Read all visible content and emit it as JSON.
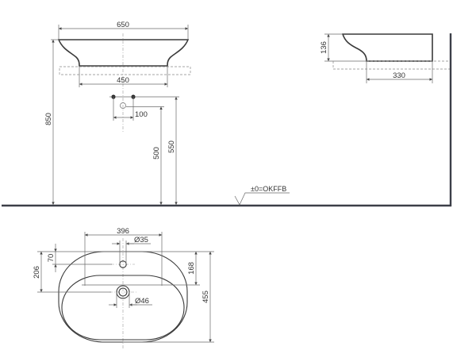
{
  "front_view": {
    "width_top_label": "650",
    "width_bottom_label": "450",
    "total_height_label": "850",
    "tap_spacing_label": "100",
    "waste_height_label": "500",
    "supply_height_label": "550"
  },
  "side_view": {
    "bowl_height_label": "136",
    "depth_label": "330"
  },
  "floor": {
    "level_label": "±0=OKFFB"
  },
  "top_view": {
    "tap_offset_label": "396",
    "tap_hole_label": "Ø35",
    "tap_from_edge_label": "70",
    "drain_from_edge_label": "206",
    "rim_depth_label": "168",
    "overall_depth_label": "455",
    "drain_label": "Ø46"
  },
  "colors": {
    "line": "#3a3a3a",
    "dimension": "#6a6a6a",
    "background": "#ffffff"
  }
}
